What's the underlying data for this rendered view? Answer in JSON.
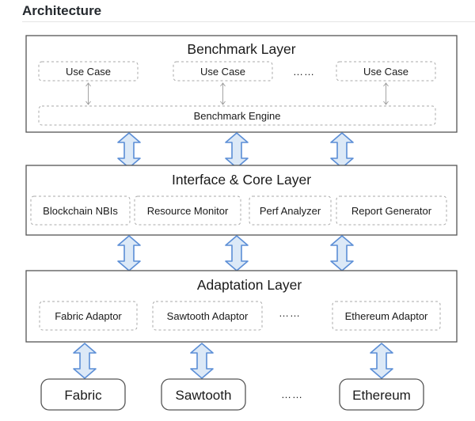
{
  "page": {
    "heading": "Architecture"
  },
  "diagram": {
    "benchmark_layer": {
      "title": "Benchmark Layer",
      "use_cases": [
        "Use Case",
        "Use Case",
        "Use Case"
      ],
      "ellipsis": "……",
      "engine": "Benchmark Engine"
    },
    "core_layer": {
      "title": "Interface & Core Layer",
      "modules": [
        "Blockchain NBIs",
        "Resource Monitor",
        "Perf Analyzer",
        "Report Generator"
      ]
    },
    "adaptation_layer": {
      "title": "Adaptation Layer",
      "adaptors": [
        "Fabric Adaptor",
        "Sawtooth Adaptor",
        "Ethereum Adaptor"
      ],
      "ellipsis": "……"
    },
    "blockchains": {
      "items": [
        "Fabric",
        "Sawtooth",
        "Ethereum"
      ],
      "ellipsis": "……"
    },
    "colors": {
      "arrow_fill": "#dce9f7",
      "arrow_stroke": "#5b8ed6",
      "line": "#555555",
      "dashed": "#aaaaaa"
    }
  }
}
